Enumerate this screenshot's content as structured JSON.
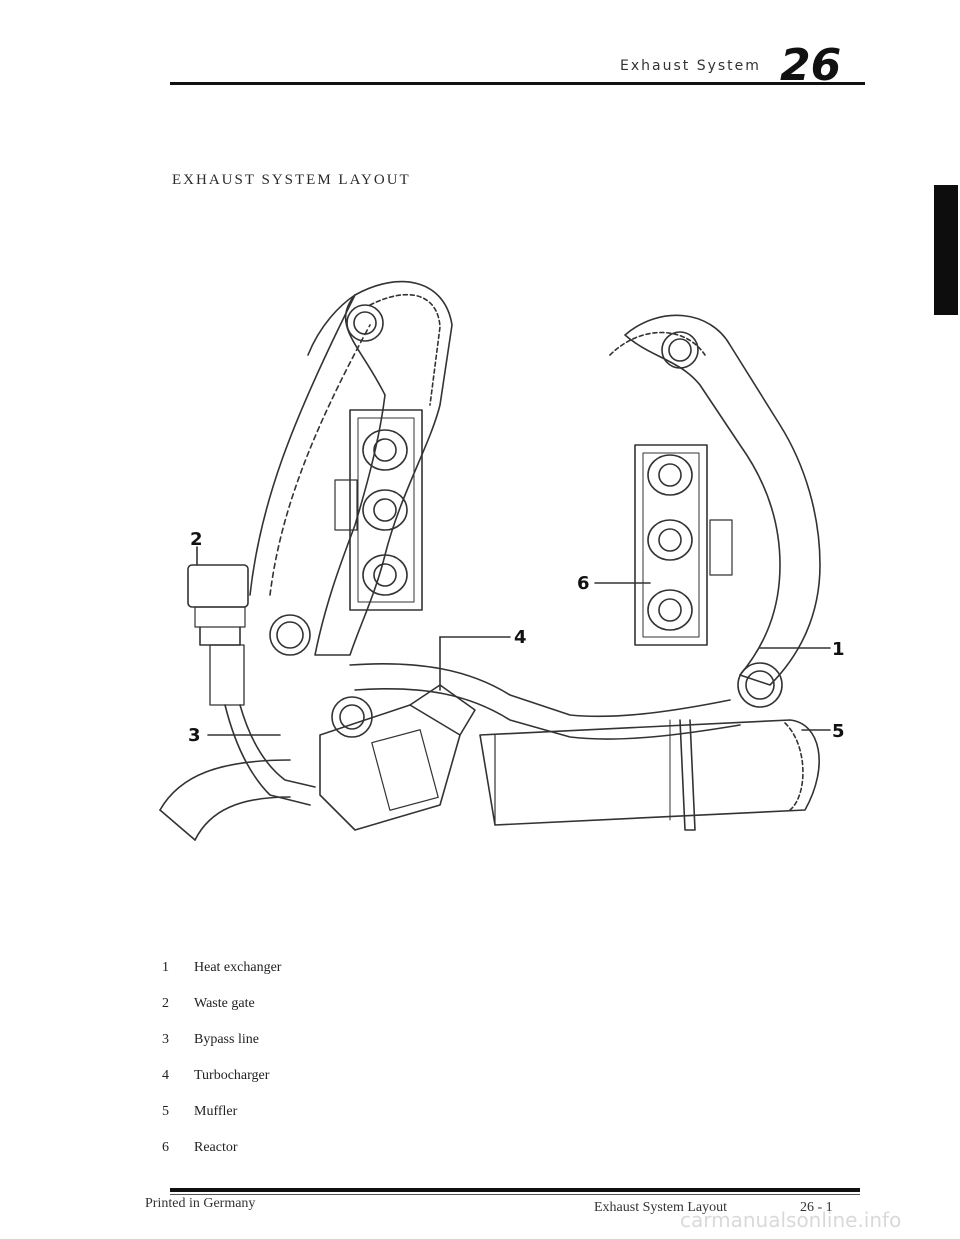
{
  "header": {
    "title": "Exhaust System",
    "chapter": "26"
  },
  "section_title": "EXHAUST SYSTEM LAYOUT",
  "diagram": {
    "callouts": [
      "1",
      "2",
      "3",
      "4",
      "5",
      "6"
    ]
  },
  "legend": [
    {
      "num": "1",
      "label": "Heat exchanger"
    },
    {
      "num": "2",
      "label": "Waste gate"
    },
    {
      "num": "3",
      "label": "Bypass line"
    },
    {
      "num": "4",
      "label": "Turbocharger"
    },
    {
      "num": "5",
      "label": "Muffler"
    },
    {
      "num": "6",
      "label": "Reactor"
    }
  ],
  "footer": {
    "left": "Printed in Germany",
    "right": "Exhaust System Layout",
    "page": "26 - 1"
  },
  "watermark": "carmanualsonline.info"
}
